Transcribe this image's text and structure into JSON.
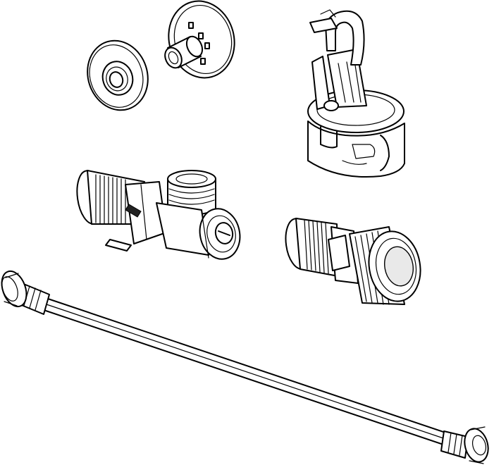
{
  "figure": {
    "type": "exploded parts drawing",
    "line_color": "#000000",
    "background_color": "#ffffff",
    "parts": [
      {
        "id": "rosette-disc-front",
        "icon": "rosette-disc"
      },
      {
        "id": "rosette-disc-rear",
        "icon": "rosette-disc-with-sleeve"
      },
      {
        "id": "mounting-clip",
        "icon": "pipe-clip"
      },
      {
        "id": "angle-valve",
        "icon": "angle-stop-valve"
      },
      {
        "id": "threaded-connector",
        "icon": "threaded-nipple"
      },
      {
        "id": "connection-hose",
        "icon": "flexible-hose"
      }
    ]
  },
  "hose_thread_lines": [
    0,
    1,
    2,
    3,
    4,
    5,
    6,
    7
  ]
}
